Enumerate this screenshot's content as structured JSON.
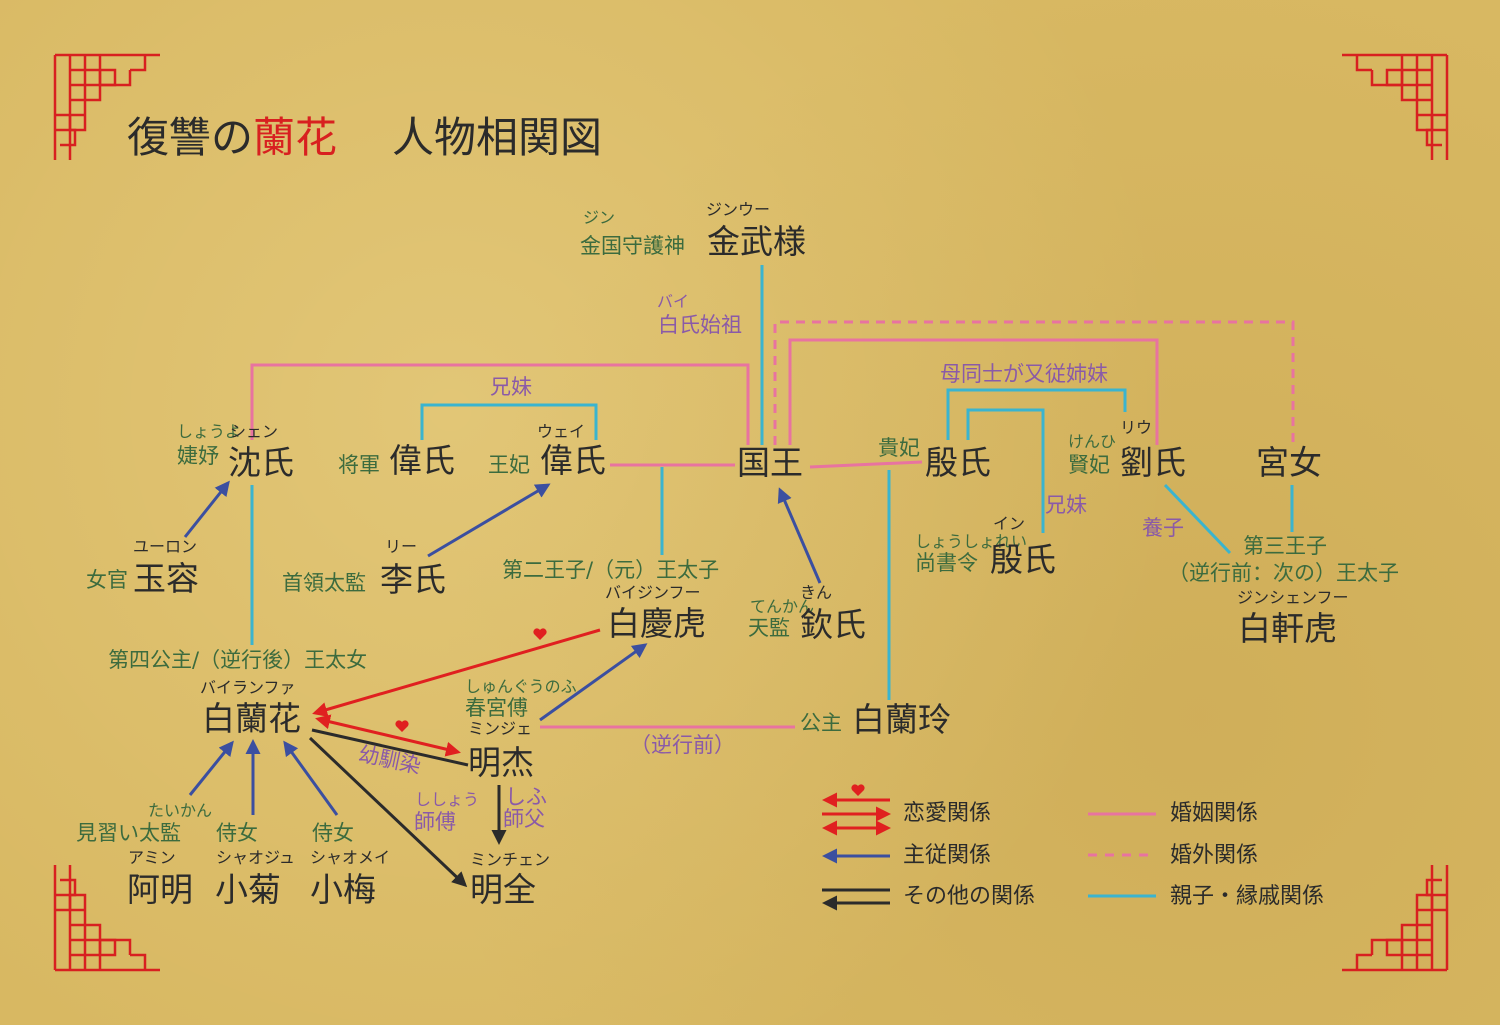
{
  "title": {
    "prefix": "復讐の",
    "accent": "蘭花",
    "suffix": "人物相関図"
  },
  "colors": {
    "background": "#d8b862",
    "marriage": "#e873a0",
    "kinship": "#3ab4cf",
    "servant": "#3b4fa0",
    "love": "#e02020",
    "other": "#2b2b2b",
    "role": "#3c6b3e",
    "relation": "#8a5aa8",
    "ornament": "#d82020"
  },
  "nodes": {
    "kinbu": {
      "ruby": "ジンウー",
      "role_ruby": "ジン",
      "role": "金国守護神",
      "name": "金武様"
    },
    "shin": {
      "ruby_role": "しょうよ",
      "ruby": "シェン",
      "role": "婕妤",
      "name": "沈氏"
    },
    "wei_general": {
      "role": "将軍",
      "name": "偉氏"
    },
    "wei_queen": {
      "ruby": "ウェイ",
      "role": "王妃",
      "name": "偉氏"
    },
    "king": {
      "name": "国王"
    },
    "yin_consort": {
      "role": "貴妃",
      "name": "殷氏"
    },
    "liu": {
      "ruby_role": "けんひ",
      "ruby": "リウ",
      "role": "賢妃",
      "name": "劉氏"
    },
    "maid_palace": {
      "name": "宮女"
    },
    "yin_minister": {
      "ruby_role": "しょうしょれい",
      "ruby": "イン",
      "role": "尚書令",
      "name": "殷氏"
    },
    "third_prince": {
      "role1": "第三王子",
      "role2": "（逆行前：次の）王太子",
      "ruby": "ジンシェンフー",
      "name": "白軒虎"
    },
    "gyokuyou": {
      "ruby": "ユーロン",
      "role": "女官",
      "name": "玉容"
    },
    "li": {
      "ruby": "リー",
      "role": "首領太監",
      "name": "李氏"
    },
    "second_prince": {
      "role": "第二王子/（元）王太子",
      "ruby": "バイジンフー",
      "name": "白慶虎"
    },
    "kin": {
      "ruby": "きん",
      "ruby_role": "てんかん",
      "role": "天監",
      "name": "欽氏"
    },
    "heroine": {
      "role": "第四公主/（逆行後）王太女",
      "ruby": "バイランファ",
      "name": "白蘭花"
    },
    "mingjie": {
      "ruby_role": "しゅんぐうのふ",
      "role": "春宮傅",
      "ruby": "ミンジェ",
      "name": "明杰"
    },
    "lanling": {
      "role": "公主",
      "name": "白蘭玲"
    },
    "amin": {
      "ruby_role": "たいかん",
      "role": "見習い太監",
      "ruby": "アミン",
      "name": "阿明"
    },
    "xiaoju": {
      "role": "侍女",
      "ruby": "シャオジュ",
      "name": "小菊"
    },
    "xiaomei": {
      "role": "侍女",
      "ruby": "シャオメイ",
      "name": "小梅"
    },
    "mingquan": {
      "ruby": "ミンチェン",
      "name": "明全"
    }
  },
  "relations": {
    "bai_ancestor_ruby": "バイ",
    "bai_ancestor": "白氏始祖",
    "siblings_wei": "兄妹",
    "mothers_cousins": "母同士が又従姉妹",
    "siblings_yin": "兄妹",
    "adopted": "養子",
    "before_regression": "（逆行前）",
    "childhood_friend": "幼馴染",
    "teacher1_ruby": "ししょう",
    "teacher1": "師傅",
    "teacher2_ruby": "しふ",
    "teacher2": "師父"
  },
  "legend": [
    {
      "label": "恋愛関係",
      "type": "love"
    },
    {
      "label": "主従関係",
      "type": "servant"
    },
    {
      "label": "その他の関係",
      "type": "other"
    },
    {
      "label": "婚姻関係",
      "type": "marriage"
    },
    {
      "label": "婚外関係",
      "type": "extramarital"
    },
    {
      "label": "親子・縁戚関係",
      "type": "kinship"
    }
  ]
}
